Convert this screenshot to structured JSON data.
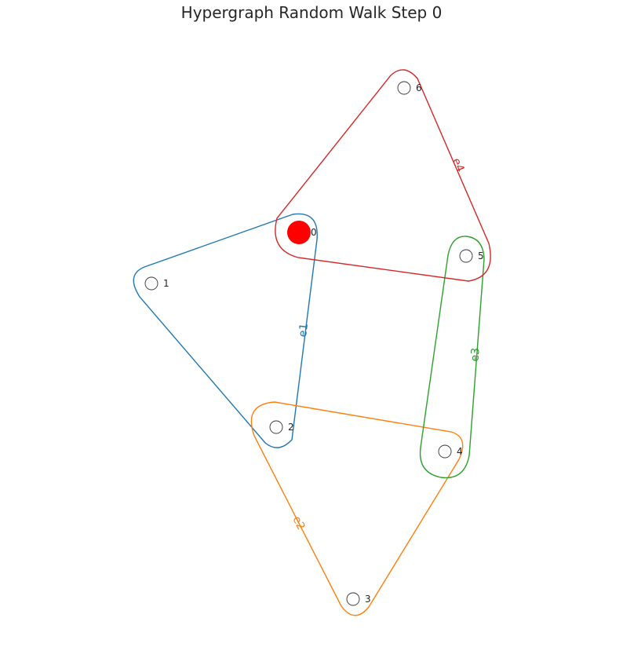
{
  "title": "Hypergraph Random Walk Step 0",
  "nodes": [
    {
      "id": "0",
      "label": "0"
    },
    {
      "id": "1",
      "label": "1"
    },
    {
      "id": "2",
      "label": "2"
    },
    {
      "id": "3",
      "label": "3"
    },
    {
      "id": "4",
      "label": "4"
    },
    {
      "id": "5",
      "label": "5"
    },
    {
      "id": "6",
      "label": "6"
    }
  ],
  "hyperedges": [
    {
      "id": "e1",
      "label": "e1",
      "members": [
        "0",
        "1",
        "2"
      ],
      "color": "#1f77b4"
    },
    {
      "id": "e2",
      "label": "e2",
      "members": [
        "2",
        "3",
        "4"
      ],
      "color": "#ff7f0e"
    },
    {
      "id": "e3",
      "label": "e3",
      "members": [
        "4",
        "5"
      ],
      "color": "#2ca02c"
    },
    {
      "id": "e4",
      "label": "e4",
      "members": [
        "0",
        "5",
        "6"
      ],
      "color": "#d62728"
    }
  ],
  "walker": {
    "node": "0",
    "color": "#ff0000"
  }
}
